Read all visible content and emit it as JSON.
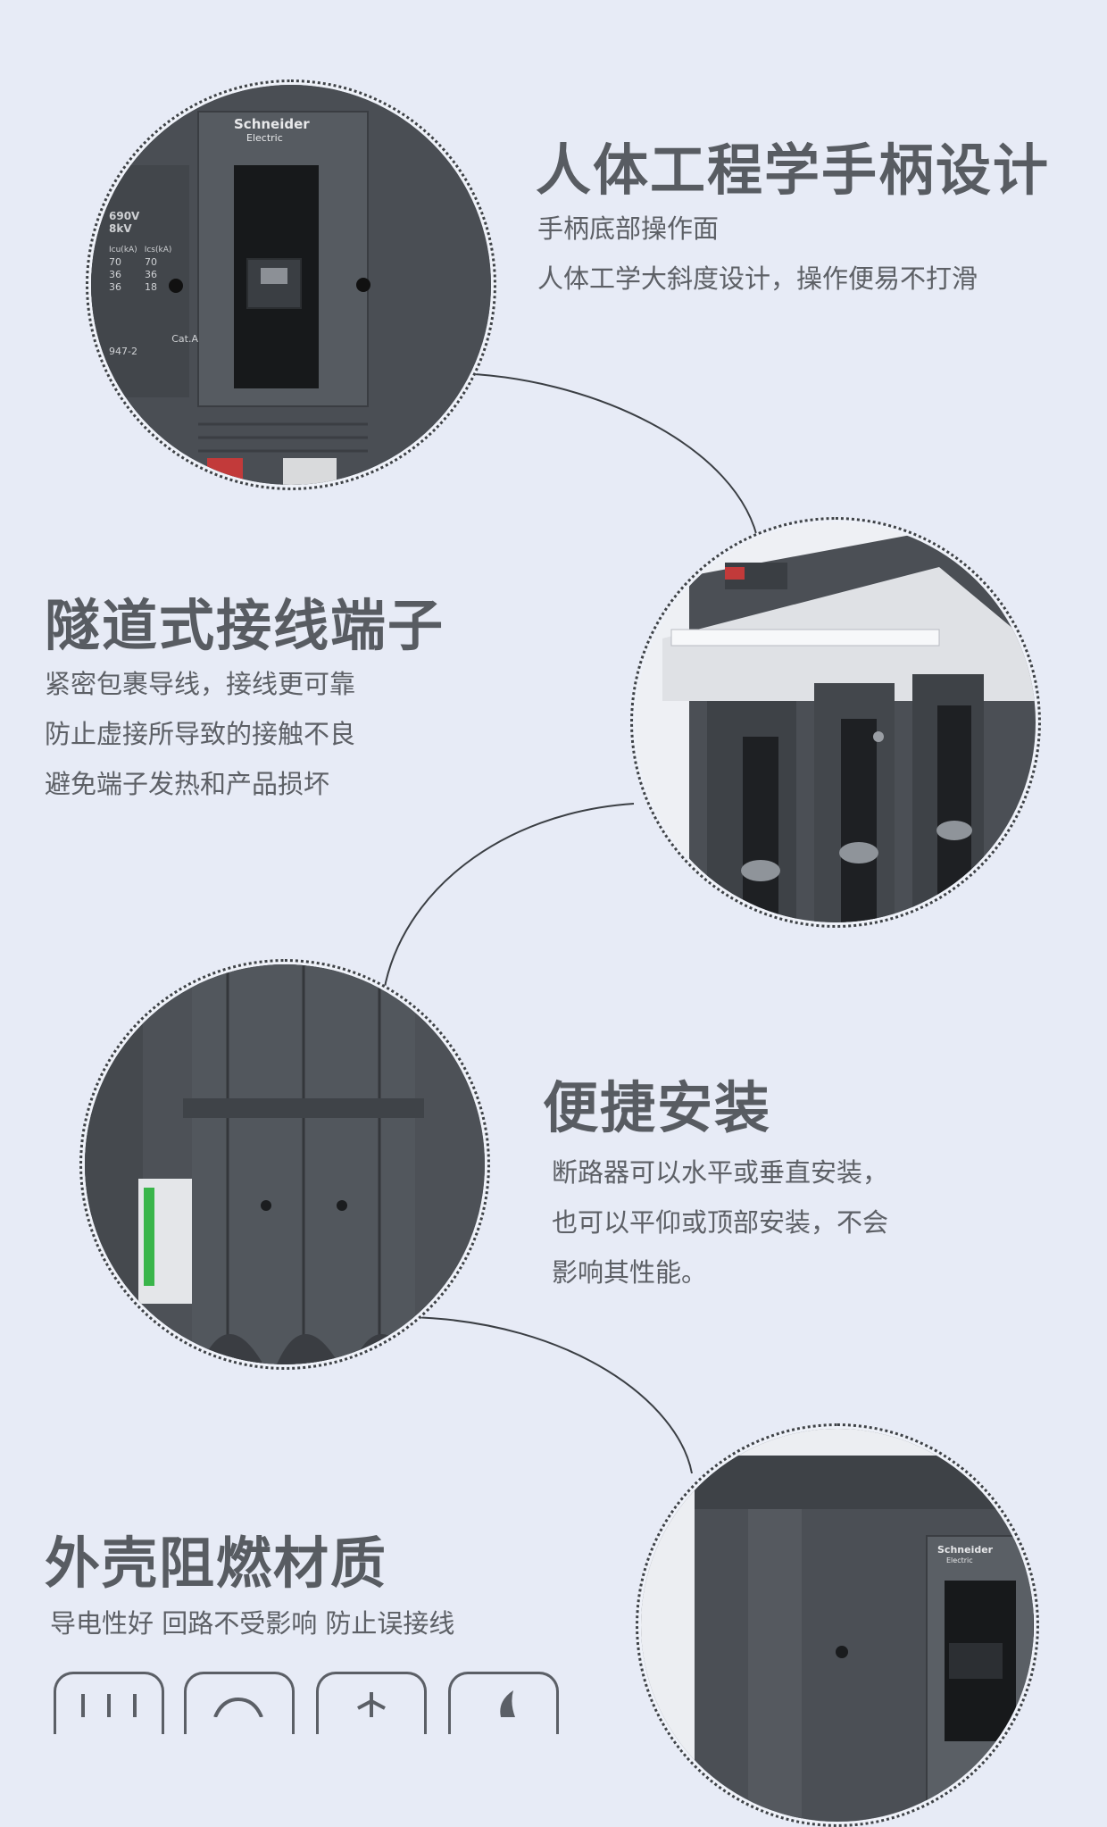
{
  "sections": [
    {
      "heading": "人体工程学手柄设计",
      "lines": [
        "手柄底部操作面",
        "人体工学大斜度设计，操作便易不打滑"
      ]
    },
    {
      "heading": "隧道式接线端子",
      "lines": [
        "紧密包裹导线，接线更可靠",
        "防止虚接所导致的接触不良",
        "避免端子发热和产品损坏"
      ]
    },
    {
      "heading": "便捷安装",
      "lines": [
        "断路器可以水平或垂直安装，",
        "也可以平仰或顶部安装，不会",
        "影响其性能。"
      ]
    },
    {
      "heading": "外壳阻燃材质",
      "lines": [
        "导电性好 回路不受影响 防止误接线"
      ]
    }
  ],
  "product": {
    "brand_line1": "Schneider",
    "brand_line2": "Electric",
    "plate_voltage": "690V",
    "plate_impulse": "8kV",
    "plate_col1": "Icu(kA)",
    "plate_col2": "Ics(kA)",
    "plate_rows": [
      [
        "70",
        "70"
      ],
      [
        "36",
        "36"
      ],
      [
        "36",
        "18"
      ]
    ],
    "plate_cat": "Cat.A",
    "plate_std": "947-2"
  },
  "colors": {
    "background": "#e7ebf6",
    "heading": "#585c62",
    "body_text": "#5d6066",
    "device_dark": "#3d4146",
    "device_mid": "#555a60"
  },
  "icons": [
    "terminal-icon",
    "circuit-icon",
    "flame-retardant-icon",
    "flame-icon"
  ]
}
